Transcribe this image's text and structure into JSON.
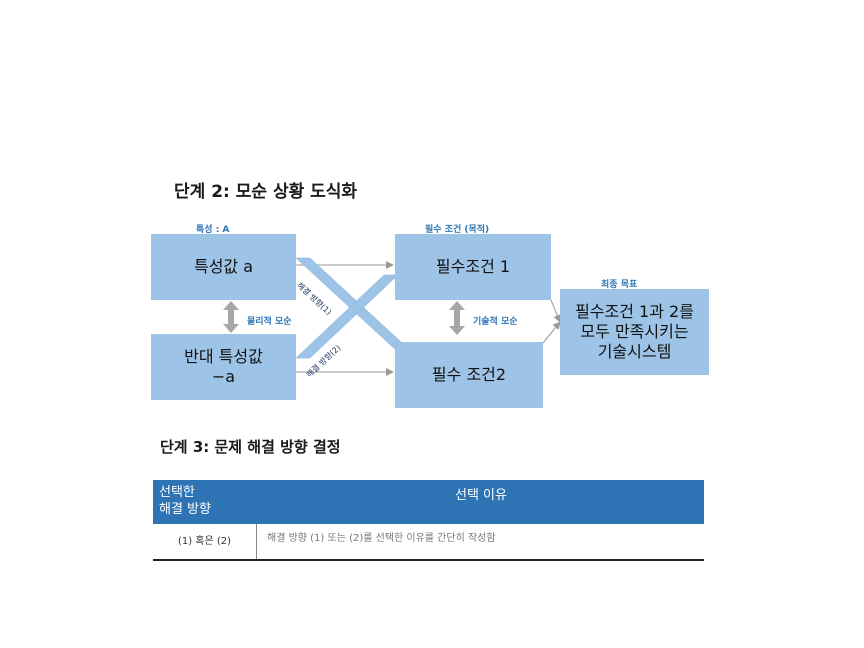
{
  "step2": {
    "title": "단계 2: 모순 상황 도식화"
  },
  "diagram": {
    "label_trait": "특성 : A",
    "label_req": "필수 조건 (목적)",
    "label_final": "최종 목표",
    "box_a": "특성값 a",
    "box_neg_a_line1": "반대 특성값",
    "box_neg_a_line2": "−a",
    "box_req1": "필수조건 1",
    "box_req2": "필수 조건2",
    "box_goal_line1": "필수조건 1과 2를",
    "box_goal_line2": "모두 만족시키는",
    "box_goal_line3": "기술시스템",
    "label_physical": "물리적 모순",
    "label_technical": "기술적 모순",
    "arrow_solution1": "해결 방향(1)",
    "arrow_solution2": "해결 방향(2)",
    "colors": {
      "box": "#9dc3e6",
      "label": "#2e75b6",
      "header": "#2e74b5",
      "arrow": "#a6a6a6"
    }
  },
  "step3": {
    "title": "단계 3:  문제 해결 방향 결정"
  },
  "table": {
    "header_col1_line1": "선택한",
    "header_col1_line2": "해결 방향",
    "header_col2": "선택 이유",
    "row_col1": "(1) 혹은 (2)",
    "row_col2": "해결 방향 (1) 또는 (2)를 선택한 이유를 간단히 작성함"
  }
}
